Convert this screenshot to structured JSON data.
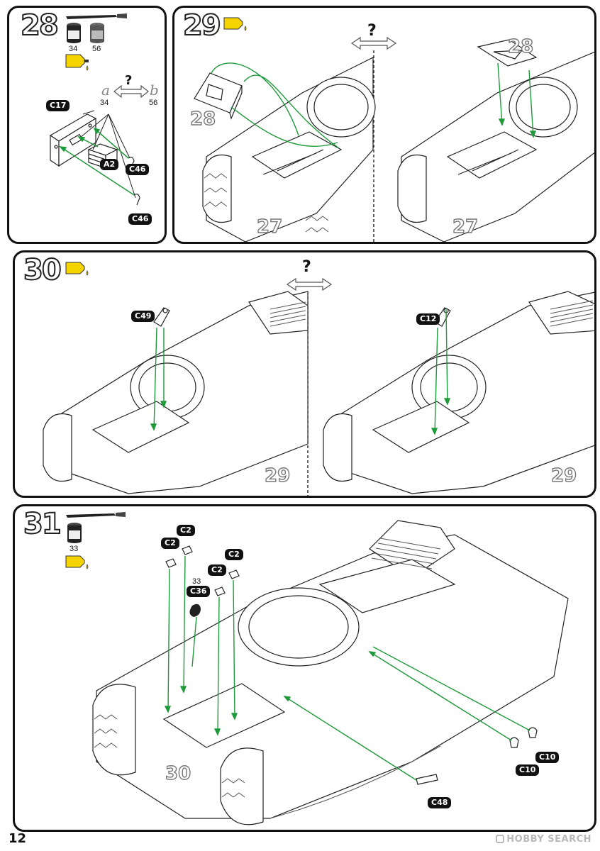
{
  "page_number": "12",
  "watermark": "HOBBY SEARCH",
  "watermark_icon": "hobby-search-logo-icon",
  "steps": {
    "s28": {
      "number": "28",
      "paints": [
        "34",
        "56"
      ],
      "option_a": "a",
      "option_b": "b",
      "option_a_paint": "34",
      "option_b_paint": "56",
      "question": "?",
      "parts": [
        "C17",
        "A2",
        "C46",
        "C46"
      ]
    },
    "s29": {
      "number": "29",
      "question": "?",
      "ref_left_sub": "28",
      "ref_left_base": "27",
      "ref_right_sub": "28",
      "ref_right_base": "27"
    },
    "s30": {
      "number": "30",
      "question": "?",
      "part_left": "C49",
      "part_right": "C12",
      "ref_left_base": "29",
      "ref_right_base": "29"
    },
    "s31": {
      "number": "31",
      "paint": "33",
      "parts": [
        "C2",
        "C2",
        "C2",
        "C2",
        "C36",
        "C10",
        "C10",
        "C48"
      ],
      "c36_paint": "33",
      "ref_base": "30"
    }
  },
  "colors": {
    "guide_line": "#1f9a3a",
    "paint_dark": "#2a2a2a",
    "paint_grey": "#8a8a8a",
    "glue_yellow": "#f5d400"
  }
}
